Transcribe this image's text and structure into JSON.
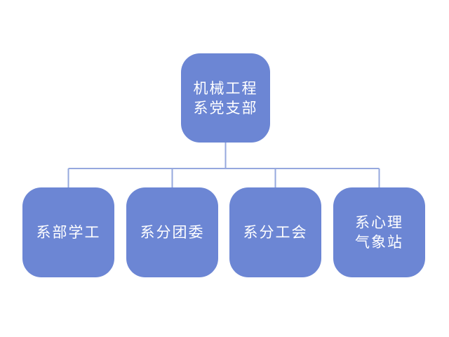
{
  "slide": {
    "org_chart": {
      "root": {
        "label": "机械工程\n系党支部"
      },
      "children": [
        {
          "label": "系部学工"
        },
        {
          "label": "系分团委"
        },
        {
          "label": "系分工会"
        },
        {
          "label": "系心理\n气象站"
        }
      ],
      "colors": {
        "node_fill": "#6c86d4",
        "node_text": "#ffffff",
        "connector": "#96a8de",
        "background": "#ffffff"
      }
    }
  }
}
